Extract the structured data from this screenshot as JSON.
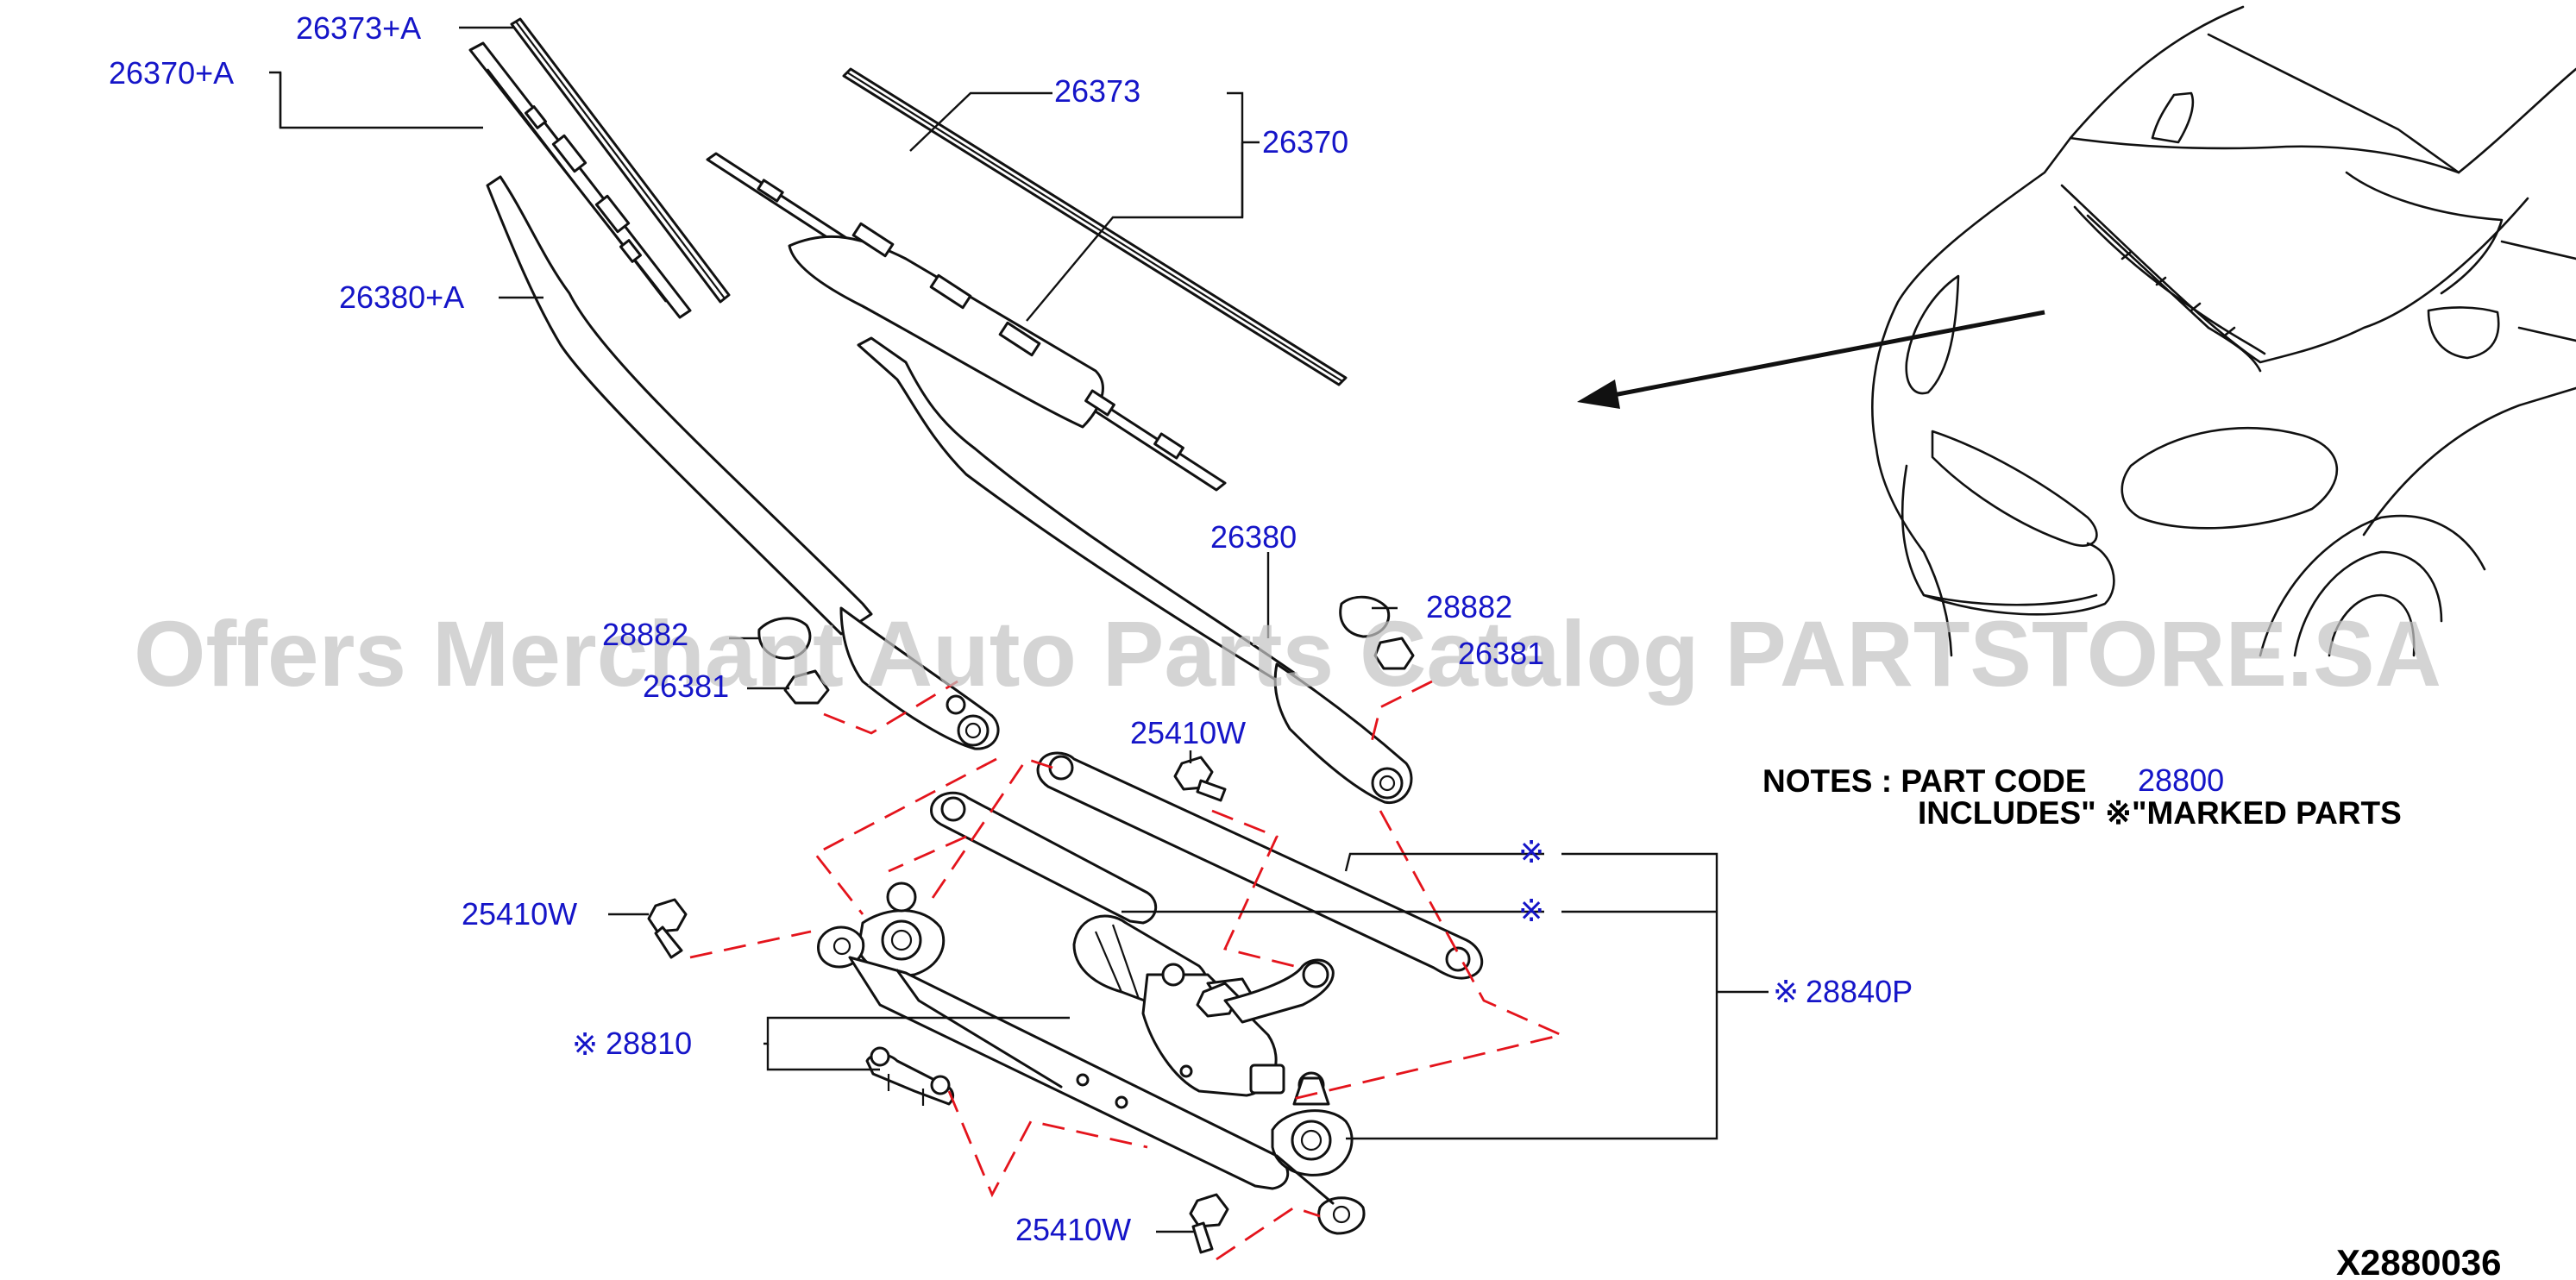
{
  "colors": {
    "label": "#1515c8",
    "leader": "#111111",
    "dashed_link": "#e4141c",
    "watermark": "#c4c4c4"
  },
  "labels": {
    "p26373a": "26373+A",
    "p26370a": "26370+A",
    "p26373": "26373",
    "p26370": "26370",
    "p26380a": "26380+A",
    "p26380": "26380",
    "p28882_left": "28882",
    "p26381_left": "26381",
    "p28882_right": "28882",
    "p26381_right": "26381",
    "p25410w_top": "25410W",
    "p25410w_left": "25410W",
    "p25410w_bottom": "25410W",
    "p28810": "28810",
    "p28840p": "28840P"
  },
  "marks": {
    "asterisk": "※"
  },
  "notes": {
    "line1_prefix": "NOTES : PART CODE",
    "line1_code": "28800",
    "line2": "INCLUDES\" ※\"MARKED PARTS"
  },
  "watermark": "Offers Merchant Auto Parts Catalog PARTSTORE.SA",
  "reference_code": "X2880036"
}
